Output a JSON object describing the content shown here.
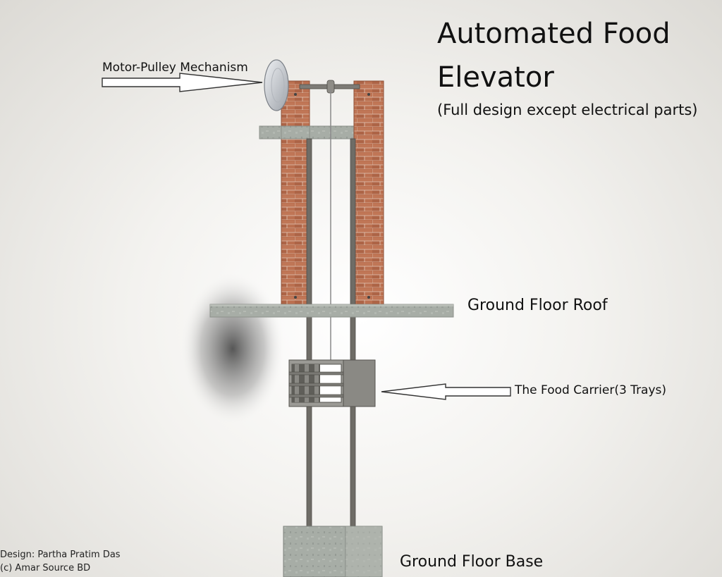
{
  "title": {
    "line1": "Automated Food",
    "line2": "Elevator",
    "subtitle": "(Full design except electrical parts)"
  },
  "labels": {
    "motor_pulley": "Motor-Pulley Mechanism",
    "ground_floor_roof": "Ground Floor Roof",
    "food_carrier": "The Food Carrier(3 Trays)",
    "ground_floor_base": "Ground Floor Base"
  },
  "credits": {
    "design": "Design: Partha Pratim Das",
    "copyright": "(c) Amar Source BD"
  },
  "colors": {
    "brick": "#b5694a",
    "concrete": "#a9aea8",
    "rail": "#6e6c66",
    "carrier": "#8a8984",
    "pulley": "#c9ccd1",
    "arrow_fill": "#ffffff",
    "arrow_stroke": "#333333"
  }
}
